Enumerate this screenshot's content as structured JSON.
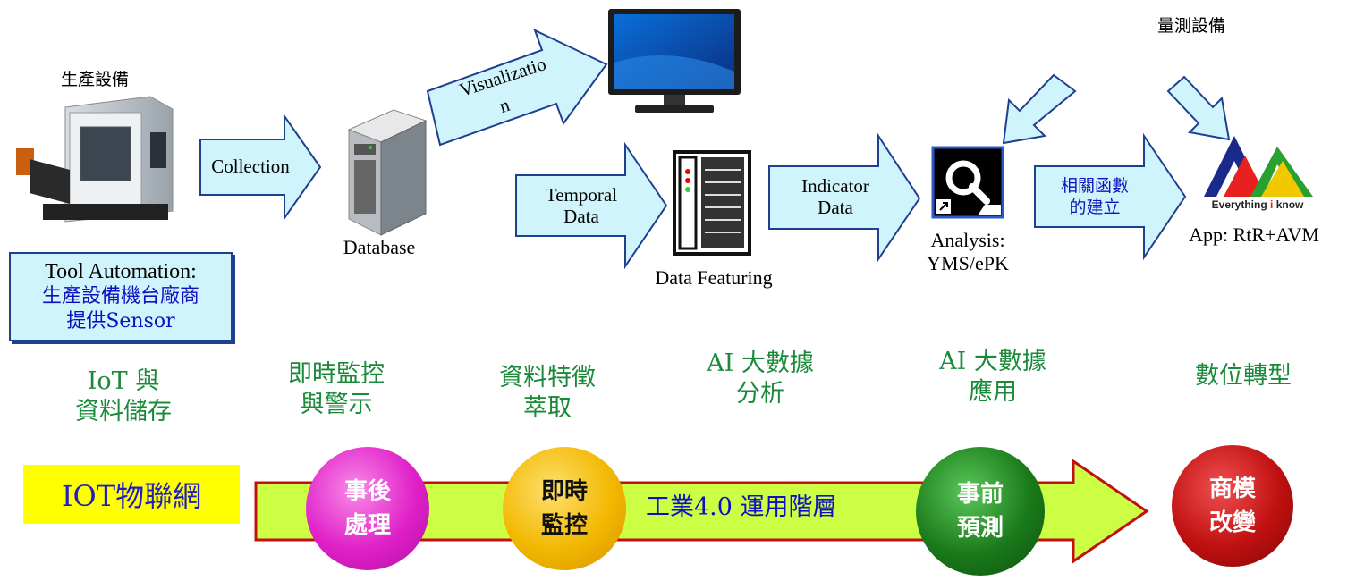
{
  "machine": {
    "title": "生產設備",
    "automation_line1": "Tool Automation:",
    "automation_line2": "生產設備機台廠商",
    "automation_line3": "提供Sensor"
  },
  "arrows": {
    "collection": "Collection",
    "visualization_line1": "Visualizatio",
    "visualization_line2": "n",
    "temporal_line1": "Temporal",
    "temporal_line2": "Data",
    "indicator_line1": "Indicator",
    "indicator_line2": "Data",
    "relation_line1": "相關函數",
    "relation_line2": "的建立"
  },
  "nodes": {
    "database": "Database",
    "featuring": "Data Featuring",
    "analysis_line1": "Analysis:",
    "analysis_line2": "YMS/ePK",
    "measure": "量測設備",
    "app": "App: RtR+AVM",
    "avm_tagline_a": "Everything",
    "avm_tagline_b": "i",
    "avm_tagline_c": "know"
  },
  "stages": [
    {
      "line1": "IoT 與",
      "line2": "資料儲存"
    },
    {
      "line1": "即時監控",
      "line2": "與警示"
    },
    {
      "line1": "資料特徵",
      "line2": "萃取"
    },
    {
      "line1": "AI 大數據",
      "line2": "分析"
    },
    {
      "line1": "AI 大數據",
      "line2": "應用"
    },
    {
      "line1": "數位轉型",
      "line2": ""
    }
  ],
  "timeline": {
    "iot_label": "IOT物聯網",
    "layer_label": "工業4.0 運用階層",
    "circles": [
      {
        "line1": "事後",
        "line2": "處理",
        "color": "#e020c8"
      },
      {
        "line1": "即時",
        "line2": "監控",
        "color": "#f2b800"
      },
      {
        "line1": "事前",
        "line2": "預測",
        "color": "#1a7a1a"
      },
      {
        "line1": "商模",
        "line2": "改變",
        "color": "#c01010"
      }
    ]
  },
  "colors": {
    "arrow_fill": "#d0f4fb",
    "arrow_stroke": "#1f3f8f",
    "stage_green": "#1a8a3a",
    "iot_yellow": "#ffff00",
    "iot_text": "#2020c0",
    "timeline_fill": "#ccff44",
    "timeline_stroke": "#c01010"
  }
}
